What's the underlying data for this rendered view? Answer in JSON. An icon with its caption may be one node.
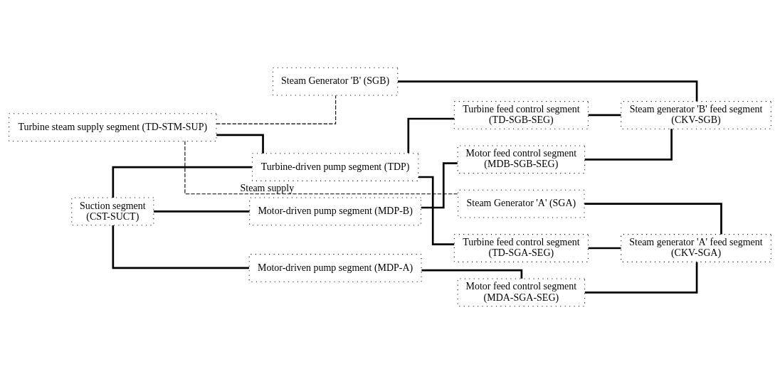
{
  "diagram": {
    "nodes": [
      {
        "text": [
          "Turbine steam supply segment (TD-STM-SUP)"
        ]
      },
      {
        "text": [
          "Steam Generator 'A' (SGA)"
        ]
      },
      {
        "text": [
          "Steam Generator 'B' (SGB)"
        ]
      },
      {
        "text": [
          "Turbine-driven pump segment (TDP)"
        ]
      },
      {
        "text": [
          "Turbine feed control segment",
          "(TD-SGA-SEG)"
        ]
      },
      {
        "text": [
          "Motor feed control segment",
          "(MDA-SGA-SEG)"
        ]
      },
      {
        "text": [
          "Steam generator 'A' feed segment",
          "(CKV-SGA)"
        ]
      },
      {
        "text": [
          "Suction segment",
          "(CST-SUCT)"
        ]
      },
      {
        "text": [
          "Motor-driven pump segment (MDP-A)"
        ]
      },
      {
        "text": [
          "Turbine feed control segment",
          "(TD-SGB-SEG)"
        ]
      },
      {
        "text": [
          "Motor feed control segment",
          "(MDB-SGB-SEG)"
        ]
      },
      {
        "text": [
          "Steam generator 'B' feed segment",
          "(CKV-SGB)"
        ]
      },
      {
        "text": [
          "Motor-driven pump segment (MDP-B)"
        ]
      }
    ],
    "edges": [
      {
        "from": 0,
        "to": 1,
        "arrow": "none",
        "style": "dashed",
        "label": "Steam supply"
      },
      {
        "from": 0,
        "to": 2,
        "arrow": "none",
        "style": "dashed"
      },
      {
        "from": 0,
        "to": 3,
        "arrow": "none"
      },
      {
        "from": 7,
        "to": 3,
        "arrow": "none"
      },
      {
        "from": 7,
        "to": 8,
        "arrow": "none"
      },
      {
        "from": 7,
        "to": 12,
        "arrow": "none"
      },
      {
        "from": 3,
        "to": 4,
        "arrow": "none"
      },
      {
        "from": 3,
        "to": 9,
        "arrow": "none"
      },
      {
        "from": 8,
        "to": 5,
        "arrow": "none"
      },
      {
        "from": 12,
        "to": 10,
        "arrow": "none"
      },
      {
        "from": 4,
        "to": 6,
        "arrow": "none"
      },
      {
        "from": 5,
        "to": 6,
        "arrow": "none"
      },
      {
        "from": 9,
        "to": 11,
        "arrow": "none"
      },
      {
        "from": 10,
        "to": 11,
        "arrow": "none"
      },
      {
        "from": 1,
        "to": 6,
        "arrow": "none"
      },
      {
        "from": 2,
        "to": 11,
        "arrow": "none"
      }
    ]
  }
}
